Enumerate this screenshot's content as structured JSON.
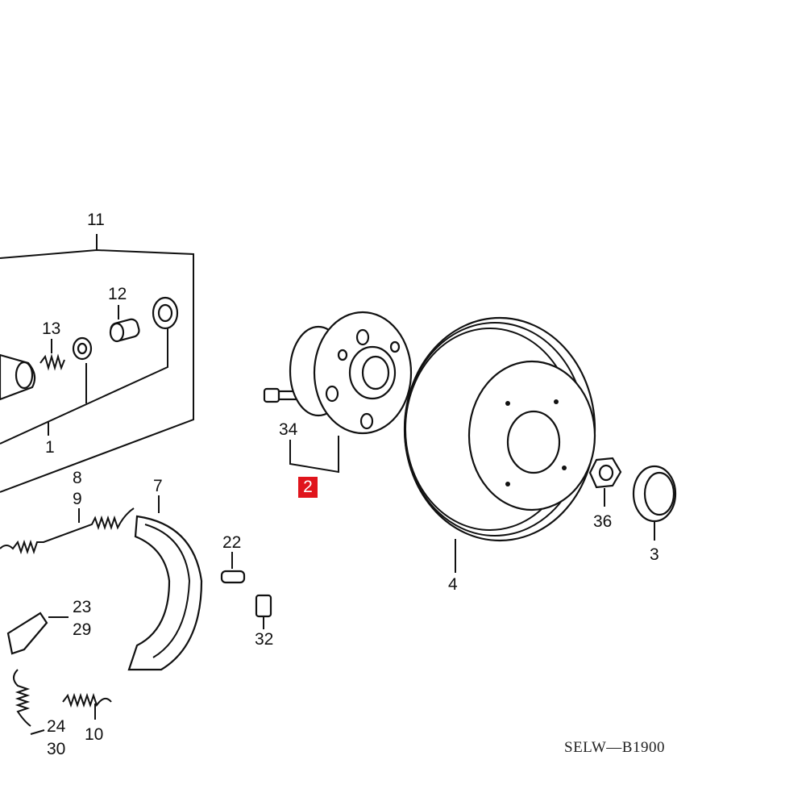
{
  "diagram": {
    "highlight_color": "#e0141c",
    "callouts": {
      "c11": "11",
      "c12": "12",
      "c13": "13",
      "c1": "1",
      "c8": "8",
      "c9": "9",
      "c7": "7",
      "c22": "22",
      "c32": "32",
      "c23": "23",
      "c29": "29",
      "c24": "24",
      "c30": "30",
      "c10": "10",
      "c34": "34",
      "c2": "2",
      "c4": "4",
      "c36": "36",
      "c3": "3"
    },
    "drawing_code": "SELW—B1900"
  }
}
